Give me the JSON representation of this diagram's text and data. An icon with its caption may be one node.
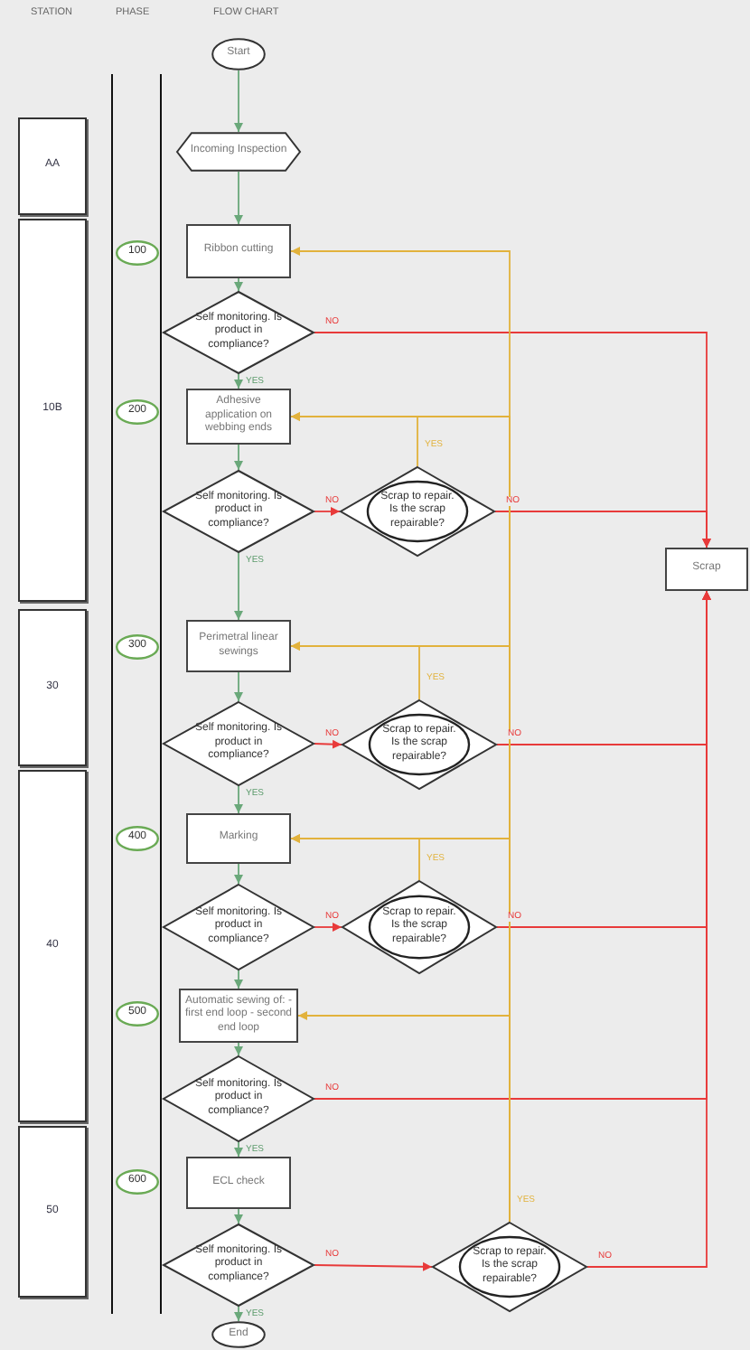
{
  "diagram": {
    "nodes": [
      {
        "text": [
          "Start"
        ]
      },
      {
        "text": [
          "Incoming Inspection"
        ]
      },
      {
        "text": [
          "Ribbon cutting"
        ]
      },
      {
        "text": [
          "Self monitoring. Is product in compliance?"
        ]
      },
      {
        "text": [
          "Adhesive application on webbing ends"
        ]
      },
      {
        "text": [
          "Self monitoring. Is product in compliance?"
        ]
      },
      {
        "text": [
          "Scrap to repair. Is the scrap repairable?"
        ]
      },
      {
        "text": [
          "Perimetral linear sewings"
        ]
      },
      {
        "text": [
          "Self monitoring. Is product in compliance?"
        ]
      },
      {
        "text": [
          "Scrap to repair. Is the scrap repairable?"
        ]
      },
      {
        "text": [
          "Marking"
        ]
      },
      {
        "text": [
          "Self monitoring. Is product in compliance?"
        ]
      },
      {
        "text": [
          "Scrap to repair. Is the scrap repairable?"
        ]
      },
      {
        "text": [
          "Automatic sewing of: - first end loop - second end loop"
        ]
      },
      {
        "text": [
          "Self monitoring. Is product in compliance?"
        ]
      },
      {
        "text": [
          "ECL check"
        ]
      },
      {
        "text": [
          "Self monitoring. Is product in compliance?"
        ]
      },
      {
        "text": [
          "Scrap to repair. Is the scrap repairable?"
        ]
      },
      {
        "text": [
          "End"
        ]
      },
      {
        "text": [
          "Scrap"
        ]
      },
      {
        "text": [
          "AA"
        ]
      },
      {
        "text": [
          "10B"
        ]
      },
      {
        "text": [
          "30"
        ]
      },
      {
        "text": [
          "40"
        ]
      },
      {
        "text": [
          "50"
        ]
      },
      {
        "text": [
          "100"
        ]
      },
      {
        "text": [
          "200"
        ]
      },
      {
        "text": [
          "300"
        ]
      },
      {
        "text": [
          "400"
        ]
      },
      {
        "text": [
          "500"
        ]
      },
      {
        "text": [
          "600"
        ]
      }
    ],
    "edges": [
      {
        "from": 0,
        "to": 1,
        "arrow": "to"
      },
      {
        "from": 1,
        "to": 2,
        "arrow": "to"
      },
      {
        "from": 2,
        "to": 3,
        "arrow": "to"
      },
      {
        "from": 3,
        "to": 4,
        "arrow": "to",
        "label": "YES"
      },
      {
        "from": 4,
        "to": 5,
        "arrow": "to"
      },
      {
        "from": 5,
        "to": 7,
        "arrow": "to",
        "label": "YES"
      },
      {
        "from": 7,
        "to": 8,
        "arrow": "to"
      },
      {
        "from": 8,
        "to": 10,
        "arrow": "to",
        "label": "YES"
      },
      {
        "from": 10,
        "to": 11,
        "arrow": "to"
      },
      {
        "from": 11,
        "to": 13,
        "arrow": "to"
      },
      {
        "from": 13,
        "to": 14,
        "arrow": "to"
      },
      {
        "from": 14,
        "to": 15,
        "arrow": "to",
        "label": "YES"
      },
      {
        "from": 15,
        "to": 16,
        "arrow": "to"
      },
      {
        "from": 16,
        "to": 18,
        "arrow": "to",
        "label": "YES"
      },
      {
        "from": 3,
        "to": 19,
        "arrow": "to",
        "label": "NO",
        "color": "#e83a3a"
      },
      {
        "from": 5,
        "to": 6,
        "arrow": "to",
        "label": "NO",
        "color": "#e83a3a"
      },
      {
        "from": 6,
        "to": 19,
        "arrow": "to",
        "label": "NO",
        "color": "#e83a3a"
      },
      {
        "from": 8,
        "to": 9,
        "arrow": "to",
        "label": "NO",
        "color": "#e83a3a"
      },
      {
        "from": 9,
        "to": 19,
        "arrow": "to",
        "label": "NO",
        "color": "#e83a3a"
      },
      {
        "from": 11,
        "to": 12,
        "arrow": "to",
        "label": "NO",
        "color": "#e83a3a"
      },
      {
        "from": 12,
        "to": 19,
        "arrow": "to",
        "label": "NO",
        "color": "#e83a3a"
      },
      {
        "from": 14,
        "to": 19,
        "arrow": "to",
        "label": "NO",
        "color": "#e83a3a"
      },
      {
        "from": 16,
        "to": 17,
        "arrow": "to",
        "label": "NO",
        "color": "#e83a3a"
      },
      {
        "from": 17,
        "to": 19,
        "arrow": "to",
        "label": "NO",
        "color": "#e83a3a"
      },
      {
        "from": 6,
        "to": 4,
        "arrow": "to",
        "label": "YES",
        "color": "#e2b23c"
      },
      {
        "from": 9,
        "to": 7,
        "arrow": "to",
        "label": "YES",
        "color": "#e2b23c"
      },
      {
        "from": 12,
        "to": 10,
        "arrow": "to",
        "label": "YES",
        "color": "#e2b23c"
      },
      {
        "from": 17,
        "to": 2,
        "arrow": "to",
        "label": "YES",
        "color": "#e2b23c"
      },
      {
        "from": 17,
        "to": 4,
        "arrow": "to",
        "color": "#e2b23c"
      },
      {
        "from": 17,
        "to": 7,
        "arrow": "to",
        "color": "#e2b23c"
      },
      {
        "from": 17,
        "to": 10,
        "arrow": "to",
        "color": "#e2b23c"
      },
      {
        "from": 17,
        "to": 13,
        "arrow": "to",
        "color": "#e2b23c"
      }
    ],
    "labels": [
      "STATION",
      "PHASE",
      "FLOW CHART"
    ]
  }
}
